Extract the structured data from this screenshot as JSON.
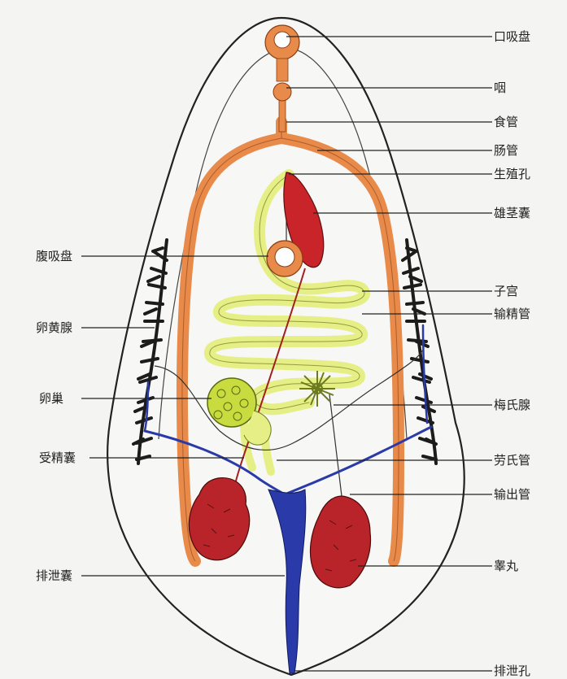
{
  "diagram": {
    "labels_right": {
      "oral_sucker": "口吸盘",
      "pharynx": "咽",
      "esophagus": "食管",
      "intestine": "肠管",
      "genital_pore": "生殖孔",
      "cirrus_sac": "雄茎囊",
      "uterus": "子宫",
      "vas_deferens": "输精管",
      "mehlis_gland": "梅氏腺",
      "laurer_canal": "劳氏管",
      "vas_efferens": "输出管",
      "testis": "睾丸",
      "excretory_pore": "排泄孔"
    },
    "labels_left": {
      "ventral_sucker": "腹吸盘",
      "vitelline_gland": "卵黄腺",
      "ovary": "卵巢",
      "seminal_receptacle": "受精囊",
      "excretory_bladder": "排泄囊"
    },
    "colors": {
      "intestine": "#e88a4a",
      "uterus": "#e6ef86",
      "cirrus_sac": "#c8242a",
      "testis": "#b8242a",
      "excretory": "#2a3aa8",
      "vitelline": "#222222",
      "outline": "#222222"
    }
  }
}
